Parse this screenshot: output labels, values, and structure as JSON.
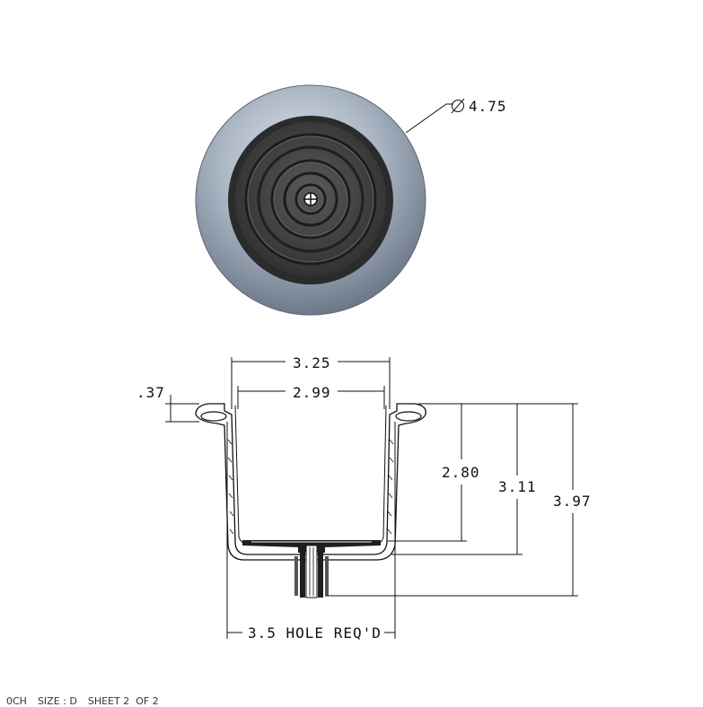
{
  "drawing": {
    "top_view": {
      "diameter_label": "4.75",
      "diameter_symbol": "Ø"
    },
    "side_view": {
      "outer_width_label": "3.25",
      "inner_width_label": "2.99",
      "flange_height_label": ".37",
      "depth_inner_label": "2.80",
      "depth_outer_label": "3.11",
      "total_height_label": "3.97",
      "hole_label": "3.5 HOLE REQ'D"
    }
  },
  "title_block": {
    "drawing_no_fragment": "0CH",
    "size": "SIZE : D",
    "sheet": "SHEET 2  OF 2"
  },
  "colors": {
    "ring": "#8c98a8",
    "ring_light": "#c3ccd8",
    "insert": "#4a4a4a",
    "insert_dark": "#2b2b2b"
  }
}
